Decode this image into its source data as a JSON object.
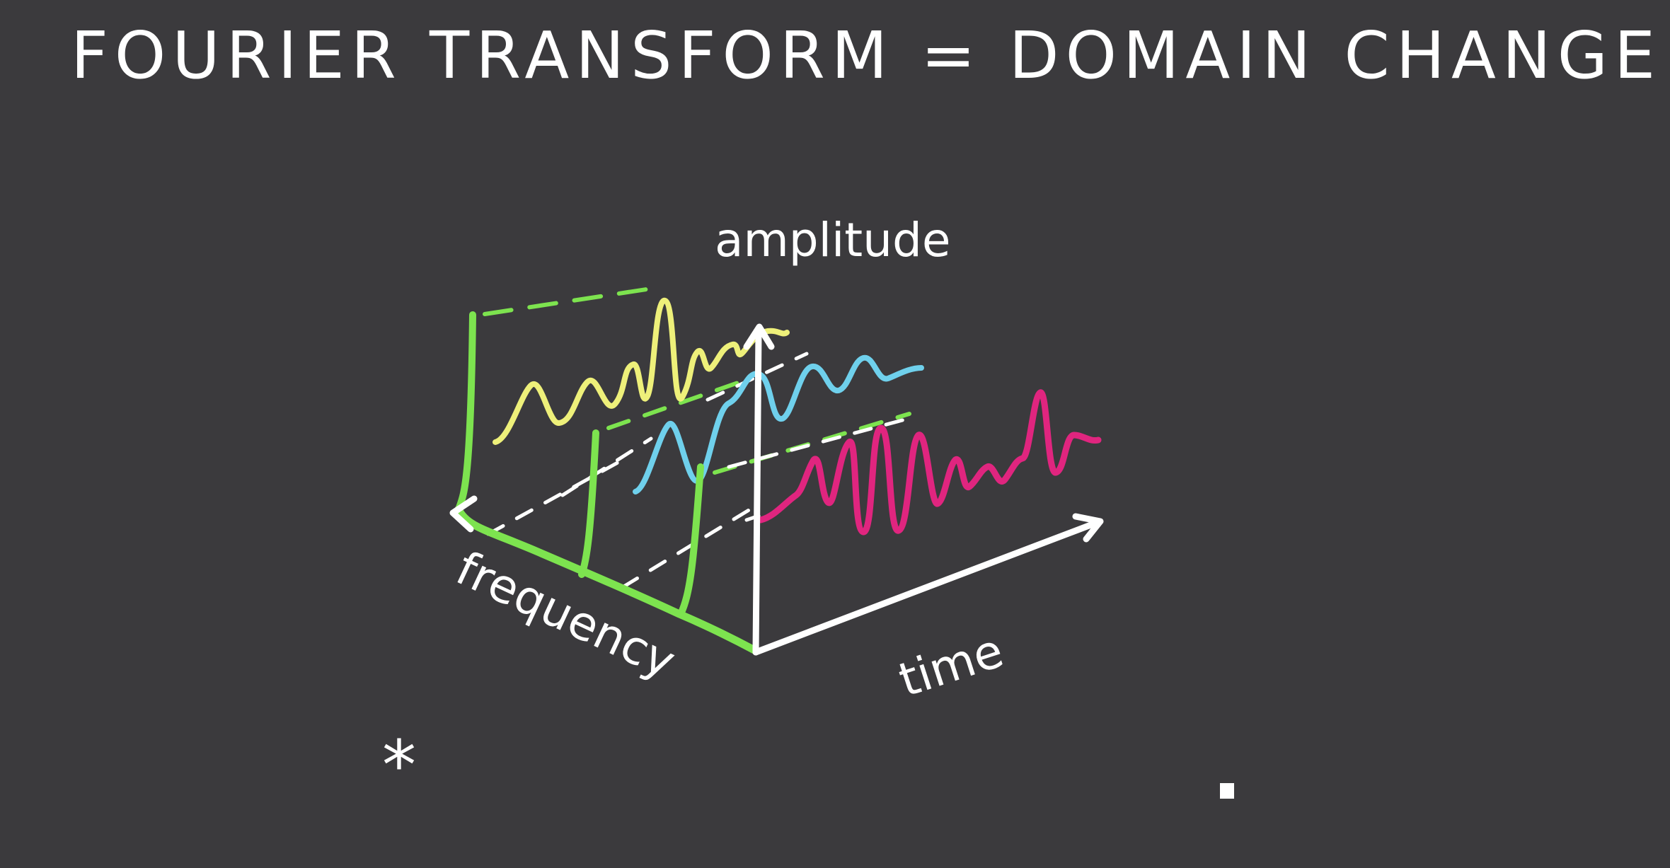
{
  "title": "FOURIER TRANSFORM = DOMAIN CHANGE",
  "axes": {
    "amplitude": "amplitude",
    "frequency": "frequency",
    "time": "time"
  },
  "marks": {
    "asterisk": "*"
  },
  "colors": {
    "background": "#3b3a3d",
    "ink": "#ffffff",
    "spectrum_green": "#7de34f",
    "wave_yellow": "#eef07a",
    "wave_blue": "#6fd0ec",
    "wave_magenta": "#e0257f"
  }
}
